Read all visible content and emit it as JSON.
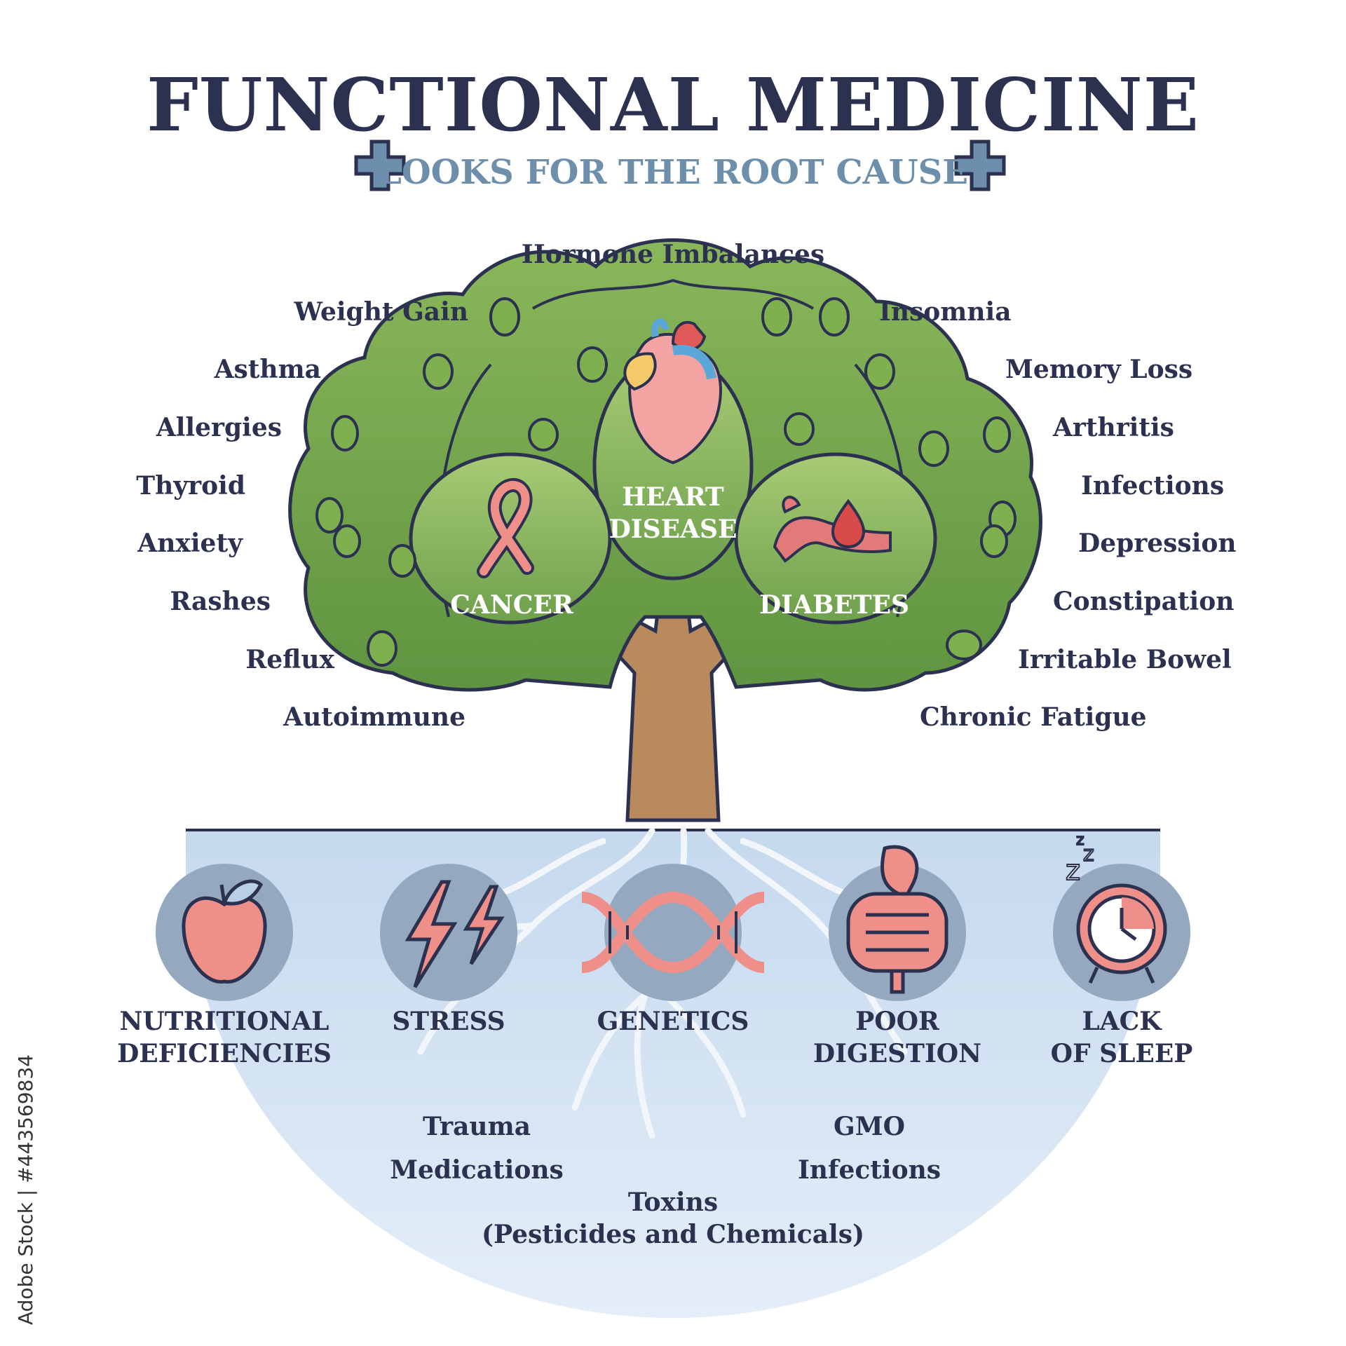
{
  "header": {
    "title": "FUNCTIONAL MEDICINE",
    "subtitle": "LOOKS FOR THE ROOT CAUSE"
  },
  "symptoms": {
    "top": "Hormone Imbalances",
    "left": [
      "Weight Gain",
      "Asthma",
      "Allergies",
      "Thyroid",
      "Anxiety",
      "Rashes",
      "Reflux",
      "Autoimmune"
    ],
    "right": [
      "Insomnia",
      "Memory Loss",
      "Arthritis",
      "Infections",
      "Depression",
      "Constipation",
      "Irritable Bowel",
      "Chronic Fatigue"
    ]
  },
  "diseases": {
    "heart": "HEART\nDISEASE",
    "cancer": "CANCER",
    "diabetes": "DIABETES"
  },
  "root_causes": [
    {
      "label": "NUTRITIONAL\nDEFICIENCIES",
      "icon": "apple-icon"
    },
    {
      "label": "STRESS",
      "icon": "lightning-icon"
    },
    {
      "label": "GENETICS",
      "icon": "dna-icon"
    },
    {
      "label": "POOR\nDIGESTION",
      "icon": "intestine-icon"
    },
    {
      "label": "LACK\nOF SLEEP",
      "icon": "alarm-clock-icon"
    }
  ],
  "factors": {
    "trauma": "Trauma",
    "medications": "Medications",
    "gmo": "GMO",
    "infections": "Infections",
    "toxins": "Toxins\n(Pesticides and Chemicals)"
  },
  "credit": "Adobe Stock | #443569834",
  "colors": {
    "navy": "#2c3150",
    "subtitle": "#6d8fac",
    "foliage": "#7aa84e",
    "trunk": "#b88a5e",
    "ground": "#cddff0",
    "pink": "#ef8f8a",
    "circle": "#94a9c0"
  }
}
